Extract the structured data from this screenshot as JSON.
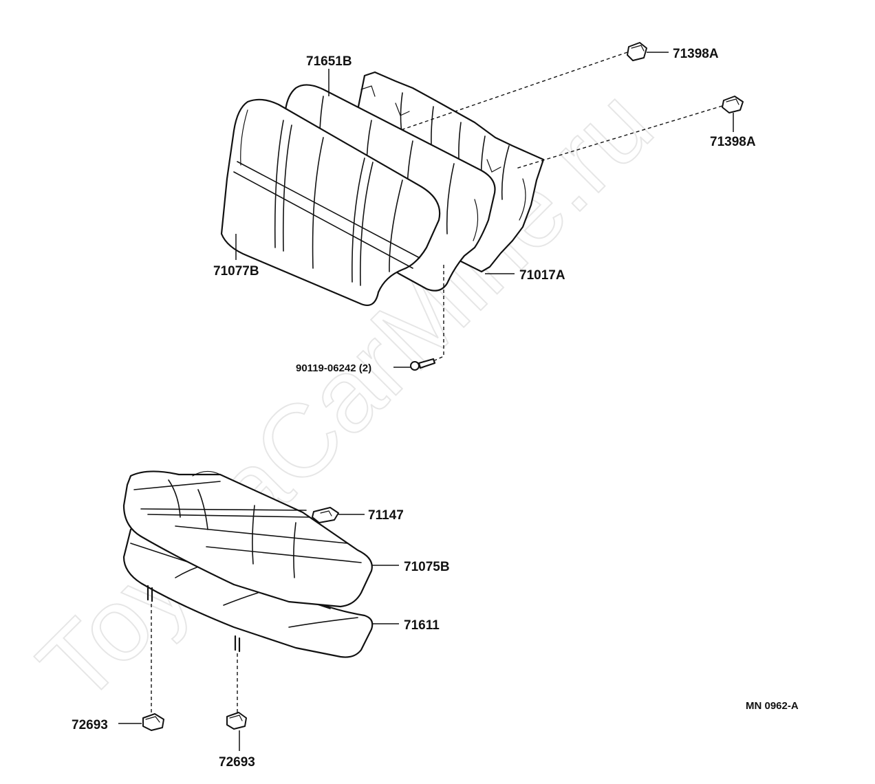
{
  "watermark": "ToyotaCarMine.ru",
  "diagram_code": "MN  0962-A",
  "parts": {
    "seatback_cover": "71651B",
    "seatback_assembly": "71077B",
    "seatback_frame": "71017A",
    "hook_upper": "71398A",
    "hook_lower": "71398A",
    "bolt": "90119-06242 (2)",
    "cushion_clip": "71147",
    "cushion_assembly": "71075B",
    "cushion_pad": "71611",
    "lock_left": "72693",
    "lock_bottom": "72693"
  }
}
